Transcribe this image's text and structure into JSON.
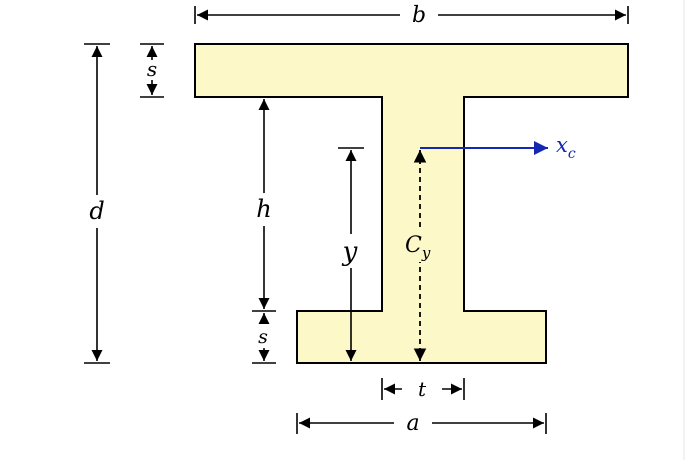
{
  "diagram": {
    "labels": {
      "b": "b",
      "d": "d",
      "s_top": "s",
      "h": "h",
      "s_bottom": "s",
      "y": "y",
      "cy_main": "C",
      "cy_sub": "y",
      "xc_main": "x",
      "xc_sub": "c",
      "t": "t",
      "a": "a"
    },
    "colors": {
      "section_fill": "#fdf8c8",
      "section_stroke": "#000000",
      "centroid_axis": "#1428b4",
      "dimension": "#000000"
    }
  }
}
